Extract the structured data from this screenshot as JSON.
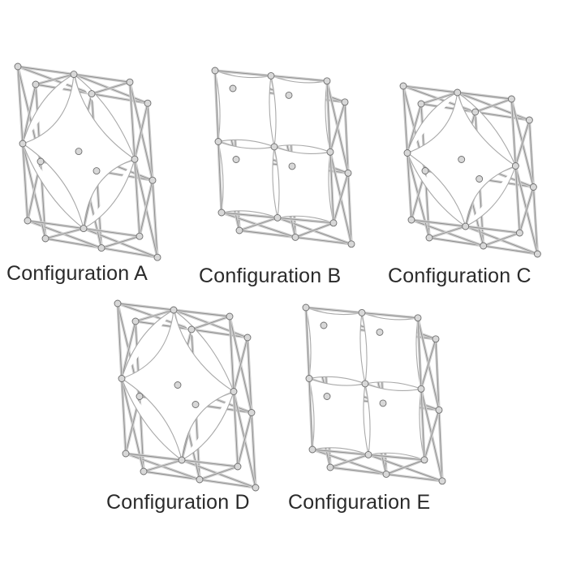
{
  "figures": [
    {
      "id": "A",
      "caption": "Configuration A",
      "layout": "diamond-center"
    },
    {
      "id": "B",
      "caption": "Configuration B",
      "layout": "four-panels"
    },
    {
      "id": "C",
      "caption": "Configuration C",
      "layout": "diamond-center"
    },
    {
      "id": "D",
      "caption": "Configuration D",
      "layout": "diamond-center"
    },
    {
      "id": "E",
      "caption": "Configuration E",
      "layout": "four-panels"
    }
  ],
  "colors": {
    "frame": "#cfcfcf",
    "frame_edge": "#8d8d8d",
    "hub": "#d8d8d8",
    "fabric_line": "#a9a9a9",
    "text": "#2a2a2a"
  }
}
